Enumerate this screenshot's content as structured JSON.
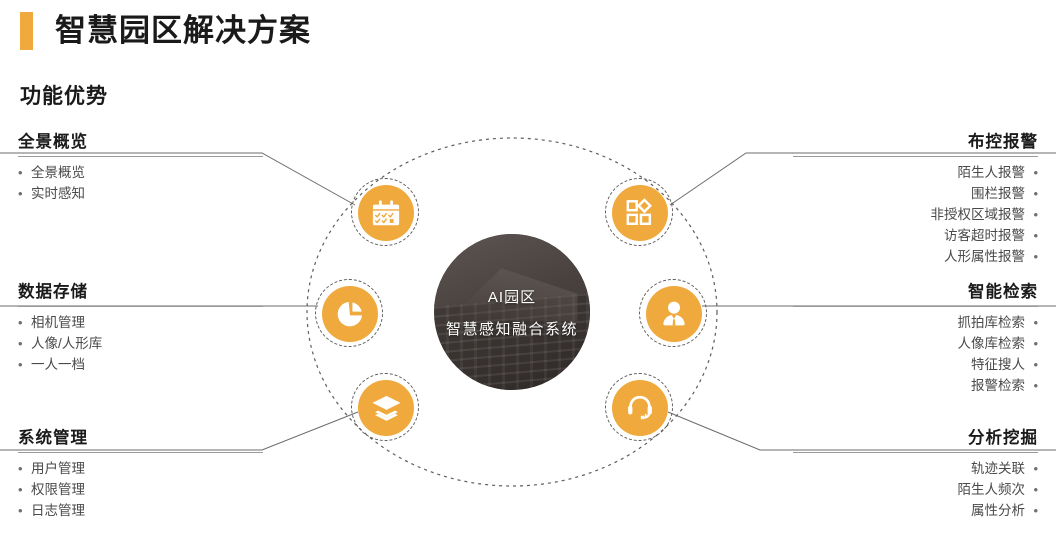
{
  "header": {
    "title": "智慧园区解决方案",
    "subtitle": "功能优势",
    "accent_color": "#efa93c",
    "accent_bar_name": "title-accent-bar"
  },
  "hub": {
    "line1": "AI园区",
    "line2": "智慧感知融合系统",
    "background_color": "#4a4340"
  },
  "left_blocks": [
    {
      "title": "全景概览",
      "items": [
        "全景概览",
        "实时感知"
      ]
    },
    {
      "title": "数据存储",
      "items": [
        "相机管理",
        "人像/人形库",
        "一人一档"
      ]
    },
    {
      "title": "系统管理",
      "items": [
        "用户管理",
        "权限管理",
        "日志管理"
      ]
    }
  ],
  "right_blocks": [
    {
      "title": "布控报警",
      "items": [
        "陌生人报警",
        "围栏报警",
        "非授权区域报警",
        "访客超时报警",
        "人形属性报警"
      ]
    },
    {
      "title": "智能检索",
      "items": [
        "抓拍库检索",
        "人像库检索",
        "特征搜人",
        "报警检索"
      ]
    },
    {
      "title": "分析挖掘",
      "items": [
        "轨迹关联",
        "陌生人频次",
        "属性分析"
      ]
    }
  ],
  "nodes": [
    {
      "icon": "calendar-checklist-icon",
      "links_to": "全景概览"
    },
    {
      "icon": "layout-blocks-icon",
      "links_to": "布控报警"
    },
    {
      "icon": "pie-chart-icon",
      "links_to": "数据存储"
    },
    {
      "icon": "person-user-icon",
      "links_to": "智能检索"
    },
    {
      "icon": "layers-stack-icon",
      "links_to": "系统管理"
    },
    {
      "icon": "headset-support-icon",
      "links_to": "分析挖掘"
    }
  ],
  "colors": {
    "icon_orange": "#efa93c",
    "line_gray": "#6b6b6b",
    "text_dark": "#1a1a1a",
    "text_body": "#4a4a4a"
  }
}
